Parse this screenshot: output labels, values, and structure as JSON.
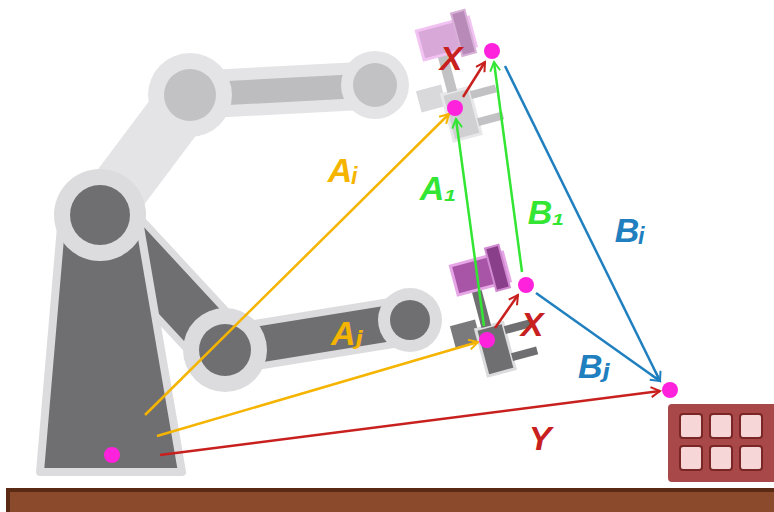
{
  "diagram": {
    "labels": [
      "X",
      "Aᵢ",
      "A₁",
      "B₁",
      "Bᵢ",
      "X",
      "Aⱼ",
      "Bⱼ",
      "Y"
    ]
  }
}
